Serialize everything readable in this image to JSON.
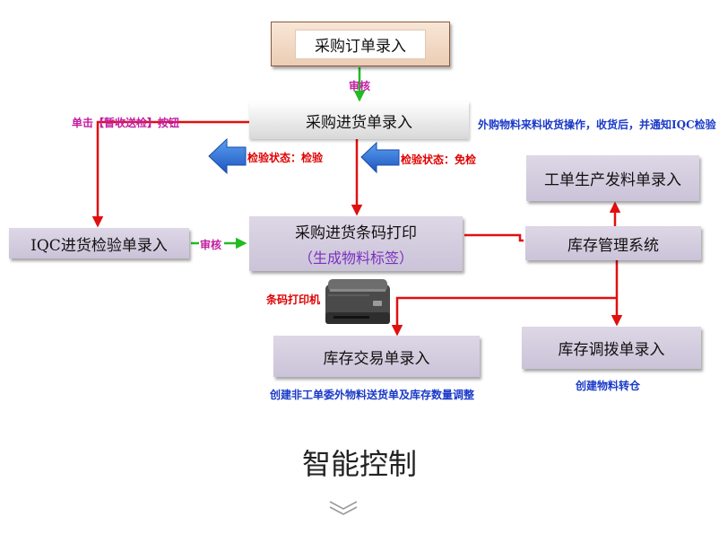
{
  "boxes": {
    "purchase_order": "采购订单录入",
    "purchase_receipt": "采购进货单录入",
    "iqc_inspection": "IQC进货检验单录入",
    "barcode_print": "采购进货条码打印",
    "barcode_print_sub": "（生成物料标签）",
    "inventory_mgmt": "库存管理系统",
    "work_order_issue": "工单生产发料单录入",
    "inventory_transaction": "库存交易单录入",
    "inventory_transfer": "库存调拨单录入"
  },
  "labels": {
    "review_top": "审核",
    "review_left": "审核",
    "click_button": "单击【暂收送检】按钮",
    "inspect_status_check": "检验状态：检验",
    "inspect_status_exempt": "检验状态：免检",
    "receive_note": "外购物料来料收货操作，收货后，并通知IQC检验",
    "printer": "条码打印机",
    "transaction_note": "创建非工单委外物料送货单及库存数量调整",
    "transfer_note": "创建物料转仓"
  },
  "footer": {
    "title": "智能控制"
  },
  "colors": {
    "flow_arrow": "#e01010",
    "review_arrow": "#22bb22",
    "status_arrow": "#2a6fd6",
    "box_fill": "#d6cfe2"
  }
}
